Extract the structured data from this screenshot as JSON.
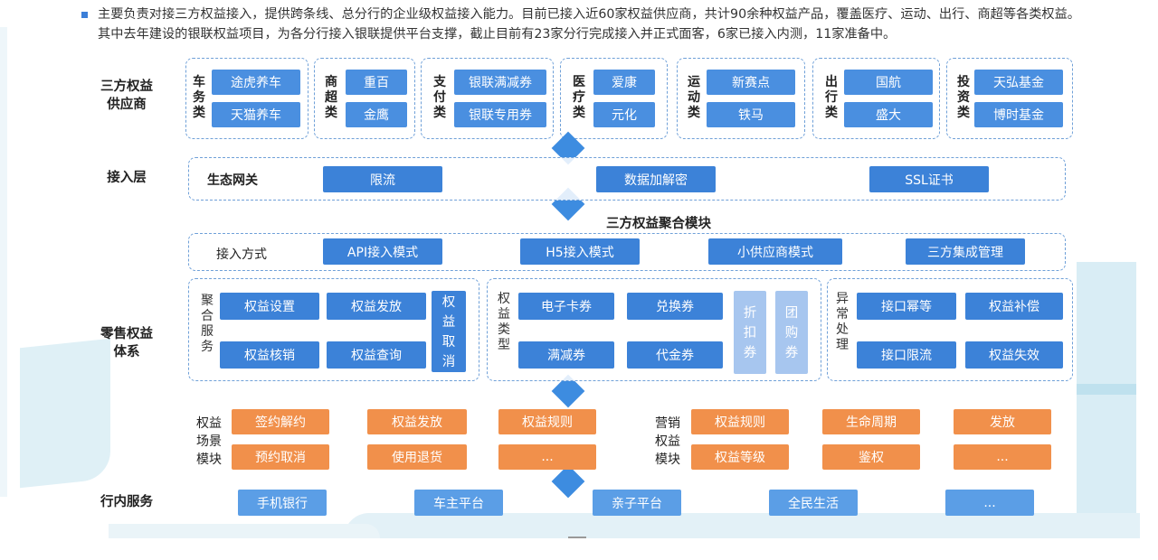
{
  "intro": "主要负责对接三方权益接入，提供跨条线、总分行的企业级权益接入能力。目前已接入近60家权益供应商，共计90余种权益产品，覆盖医疗、运动、出行、商超等各类权益。其中去年建设的银联权益项目，为各分行接入银联提供平台支撑，截止目前有23家分行完成接入并正式面客，6家已接入内测，11家准备中。",
  "rows": {
    "suppliers": "三方权益供应商",
    "access": "接入层",
    "retail": "零售权益体系",
    "inner": "行内服务"
  },
  "supplier_groups": [
    {
      "label": "车务类",
      "items": [
        "途虎养车",
        "天猫养车"
      ]
    },
    {
      "label": "商超类",
      "items": [
        "重百",
        "金鹰"
      ]
    },
    {
      "label": "支付类",
      "items": [
        "银联满减券",
        "银联专用券"
      ]
    },
    {
      "label": "医疗类",
      "items": [
        "爱康",
        "元化"
      ]
    },
    {
      "label": "运动类",
      "items": [
        "新赛点",
        "铁马"
      ]
    },
    {
      "label": "出行类",
      "items": [
        "国航",
        "盛大"
      ]
    },
    {
      "label": "投资类",
      "items": [
        "天弘基金",
        "博时基金"
      ]
    }
  ],
  "gateway": {
    "label": "生态网关",
    "items": [
      "限流",
      "数据加解密",
      "SSL证书"
    ]
  },
  "aggregation_title": "三方权益聚合模块",
  "access_mode": {
    "label": "接入方式",
    "items": [
      "API接入模式",
      "H5接入模式",
      "小供应商模式",
      "三方集成管理"
    ]
  },
  "agg_service": {
    "label": "聚合服务",
    "items": [
      "权益设置",
      "权益发放",
      "权益核销",
      "权益查询"
    ],
    "tall": "权益取消"
  },
  "rights_type": {
    "label": "权益类型",
    "items": [
      "电子卡券",
      "兑换券",
      "满减券",
      "代金券"
    ],
    "tall": [
      "折扣券",
      "团购券"
    ]
  },
  "exceptions": {
    "label": "异常处理",
    "items": [
      "接口幂等",
      "权益补偿",
      "接口限流",
      "权益失效"
    ]
  },
  "scene_module": {
    "label": "权益场景模块",
    "items": [
      "签约解约",
      "权益发放",
      "权益规则",
      "预约取消",
      "使用退货",
      "..."
    ]
  },
  "marketing_module": {
    "label": "营销权益模块",
    "items": [
      "权益规则",
      "生命周期",
      "发放",
      "权益等级",
      "鉴权",
      "..."
    ]
  },
  "inner_services": [
    "手机银行",
    "车主平台",
    "亲子平台",
    "全民生活",
    "..."
  ],
  "colors": {
    "blue": "#4a8fe0",
    "light_blue": "#a7c6ef",
    "orange": "#f1904b",
    "dashed_border": "#6fa0d8"
  }
}
